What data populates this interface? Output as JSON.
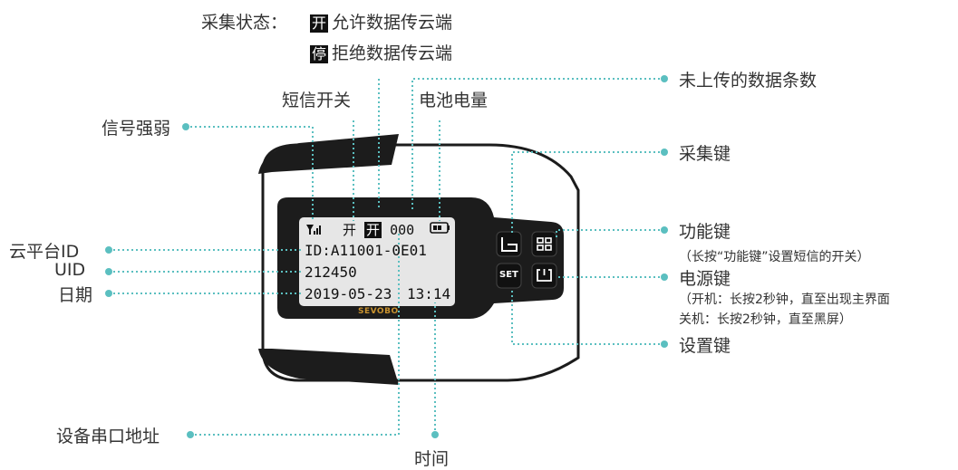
{
  "legend": {
    "title": "采集状态：",
    "items": [
      {
        "badge": "开",
        "text": "允许数据传云端"
      },
      {
        "badge": "停",
        "text": "拒绝数据传云端"
      }
    ]
  },
  "callouts": {
    "sms_switch": "短信开关",
    "battery": "电池电量",
    "signal": "信号强弱",
    "unsent_count": "未上传的数据条数",
    "collect_key": "采集键",
    "function_key": "功能键",
    "function_key_note": "（长按“功能键”设置短信的开关）",
    "power_key": "电源键",
    "power_key_note_1": "（开机：长按2秒钟，直至出现主界面",
    "power_key_note_2": "关机：长按2秒钟，直至黑屏）",
    "settings_key": "设置键",
    "cloud_id": "云平台ID",
    "uid": "UID",
    "date": "日期",
    "serial_address": "设备串口地址",
    "time": "时间"
  },
  "lcd": {
    "status_kai1": "开",
    "status_kai2": "开",
    "status_count": "000",
    "line_id": "ID:A11001-0E01",
    "line_uid": "212450",
    "line_date": "2019-05-23",
    "line_time": "13:14",
    "brand": "SEVOBO"
  },
  "keys": {
    "set_label": "SET"
  },
  "colors": {
    "leader": "#5bbfc0",
    "device_body": "#1c1c1c",
    "lcd_bg": "#e6e6e6",
    "brand": "#c9922e"
  }
}
